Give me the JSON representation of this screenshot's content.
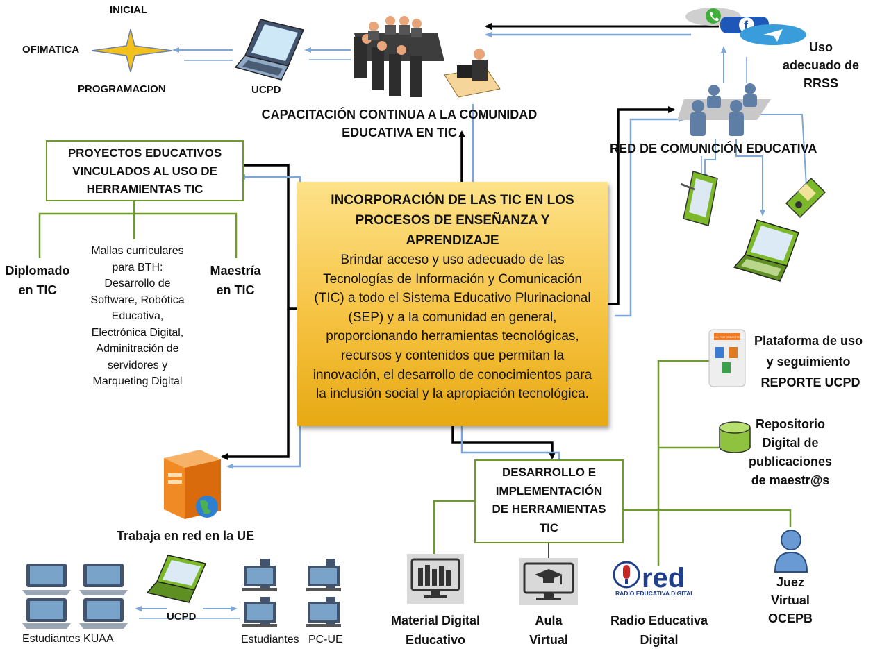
{
  "top": {
    "inicial": "INICIAL",
    "ofimatica": "OFIMATICA",
    "programacion": "PROGRAMACION",
    "ucpd": "UCPD",
    "capacitacion": [
      "CAPACITACIÓN CONTINUA A  LA COMUNIDAD",
      "EDUCATIVA EN TIC"
    ],
    "rrss": [
      "Uso",
      "adecuado de",
      "RRSS"
    ],
    "red_comunicacion": "RED DE COMUNICIÓN EDUCATIVA"
  },
  "proyectos": {
    "title": [
      "PROYECTOS EDUCATIVOS",
      "VINCULADOS AL USO DE",
      "HERRAMIENTAS TIC"
    ],
    "diplomado": [
      "Diplomado",
      "en TIC"
    ],
    "mallas": [
      "Mallas curriculares",
      "para BTH:",
      "Desarrollo de",
      "Software, Robótica",
      "Educativa,",
      "Electrónica Digital,",
      "Adminitración de",
      "servidores y",
      "Marqueting Digital"
    ],
    "maestria": [
      "Maestría",
      "en TIC"
    ]
  },
  "central": {
    "title": [
      "INCORPORACIÓN DE LAS TIC EN LOS",
      "PROCESOS DE ENSEÑANZA Y",
      "APRENDIZAJE"
    ],
    "body": [
      "Brindar acceso y uso adecuado de las",
      "Tecnologías de Información y Comunicación",
      "(TIC) a todo el Sistema Educativo Plurinacional",
      "(SEP) y a la comunidad en general,",
      "proporcionando herramientas tecnológicas,",
      "recursos y contenidos que permitan la",
      "innovación, el desarrollo de conocimientos para",
      "la inclusión social y la apropiación tecnológica."
    ]
  },
  "right": {
    "plataforma": [
      "Plataforma de uso",
      "y seguimiento",
      "REPORTE UCPD"
    ],
    "repositorio": [
      "Repositorio",
      "Digital de",
      "publicaciones",
      "de maestr@s"
    ],
    "tablet_header": "MENU POR SUBSISTEMA"
  },
  "desarrollo": {
    "title": [
      "DESARROLLO E",
      "IMPLEMENTACIÓN",
      "DE HERRAMIENTAS",
      "TIC"
    ],
    "material": [
      "Material Digital",
      "Educativo"
    ],
    "aula": [
      "Aula",
      "Virtual"
    ],
    "radio": [
      "Radio Educativa",
      "Digital"
    ],
    "radio_logo": "red",
    "radio_logo_sub": "RADIO EDUCATIVA DIGITAL",
    "juez": [
      "Juez",
      "Virtual",
      "OCEPB"
    ]
  },
  "bottom": {
    "trabaja": "Trabaja en red en la UE",
    "ucpd": "UCPD",
    "estudiantes_kuaa": "Estudiantes KUAA",
    "estudiantes_pc": "Estudiantes   PC-UE"
  },
  "colors": {
    "green_line": "#6e9b2c",
    "blue_arrow": "#7ea6d6",
    "black_arrow": "#000000",
    "central_fill": "#f6c342"
  },
  "icons": [
    "star-compass-icon",
    "laptop-icon",
    "meeting-people-icon",
    "whatsapp-icon",
    "facebook-icon",
    "telegram-icon",
    "network-people-icon",
    "phone-icon",
    "server-icon",
    "globe-icon",
    "tablet-icon",
    "database-icon",
    "books-monitor-icon",
    "graduation-monitor-icon",
    "radio-logo-icon",
    "user-icon",
    "desktop-pc-icon"
  ]
}
